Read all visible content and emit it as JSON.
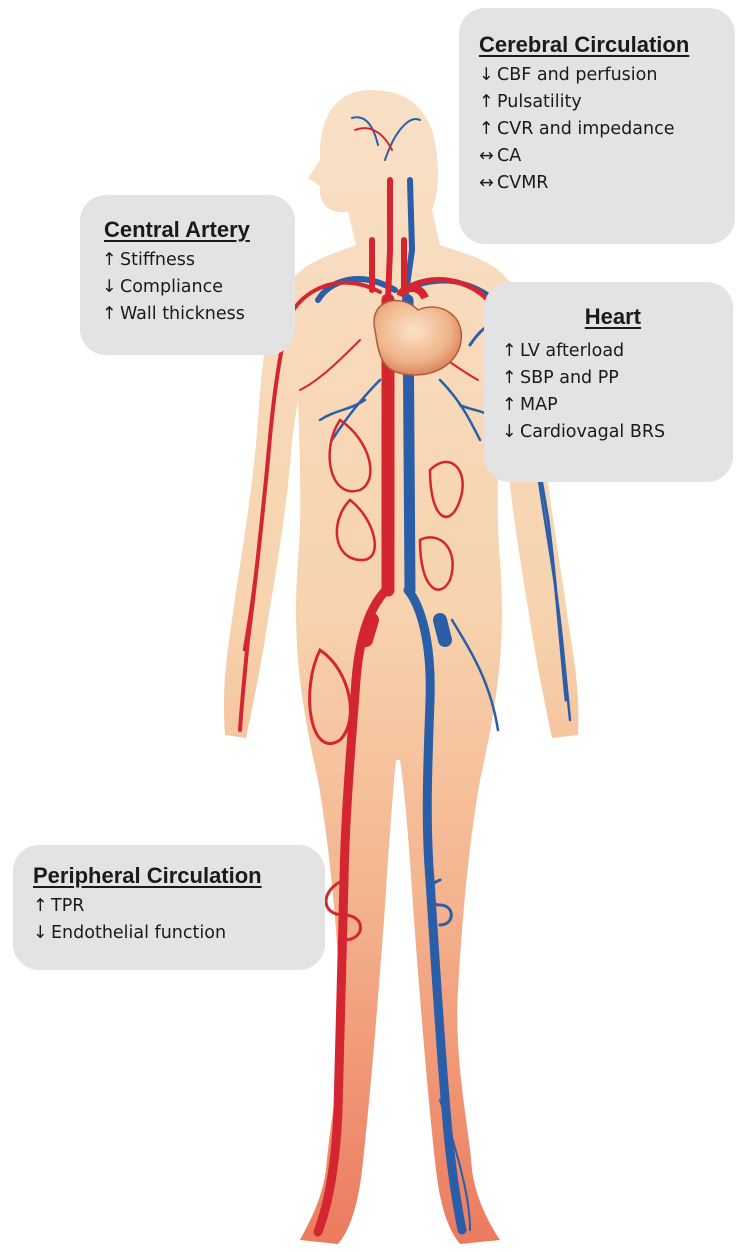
{
  "boxes": {
    "cerebral": {
      "title": "Cerebral Circulation",
      "items": [
        {
          "arrow": "↓",
          "text": "CBF and perfusion"
        },
        {
          "arrow": "↑",
          "text": "Pulsatility"
        },
        {
          "arrow": "↑",
          "text": "CVR and impedance"
        },
        {
          "arrow": "↔",
          "text": "CA"
        },
        {
          "arrow": "↔",
          "text": "CVMR"
        }
      ]
    },
    "central": {
      "title": "Central Artery",
      "items": [
        {
          "arrow": "↑",
          "text": "Stiffness"
        },
        {
          "arrow": "↓",
          "text": "Compliance"
        },
        {
          "arrow": "↑",
          "text": "Wall thickness"
        }
      ]
    },
    "heart": {
      "title": "Heart",
      "items": [
        {
          "arrow": "↑",
          "text": "LV afterload"
        },
        {
          "arrow": "↑",
          "text": "SBP and PP"
        },
        {
          "arrow": "↑",
          "text": "MAP"
        },
        {
          "arrow": "↓",
          "text": "Cardiovagal BRS"
        }
      ]
    },
    "peripheral": {
      "title": "Peripheral Circulation",
      "items": [
        {
          "arrow": "↑",
          "text": "TPR"
        },
        {
          "arrow": "↓",
          "text": "Endothelial function"
        }
      ]
    }
  },
  "colors": {
    "artery": "#d42630",
    "vein": "#2b5ea8",
    "skin": "#f6d6b4",
    "skin_lower": "#ee8a6c",
    "box_fill": "#e3e3e3"
  }
}
